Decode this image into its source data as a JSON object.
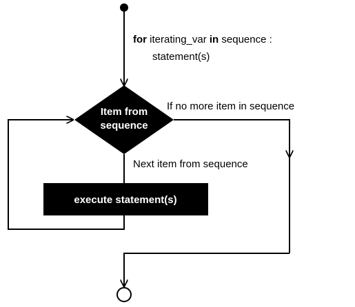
{
  "code": {
    "kw_for": "for",
    "var": " iterating_var ",
    "kw_in": "in",
    "rest": " sequence :",
    "statement": "statement(s)"
  },
  "decision": {
    "line1": "Item from",
    "line2": "sequence"
  },
  "edges": {
    "no_more": "If no more item in sequence",
    "next": "Next item from  sequence"
  },
  "process": {
    "label": "execute statement(s)"
  },
  "colors": {
    "shape_fill": "#000000",
    "shape_text": "#ffffff",
    "line": "#000000",
    "background": "#ffffff"
  }
}
